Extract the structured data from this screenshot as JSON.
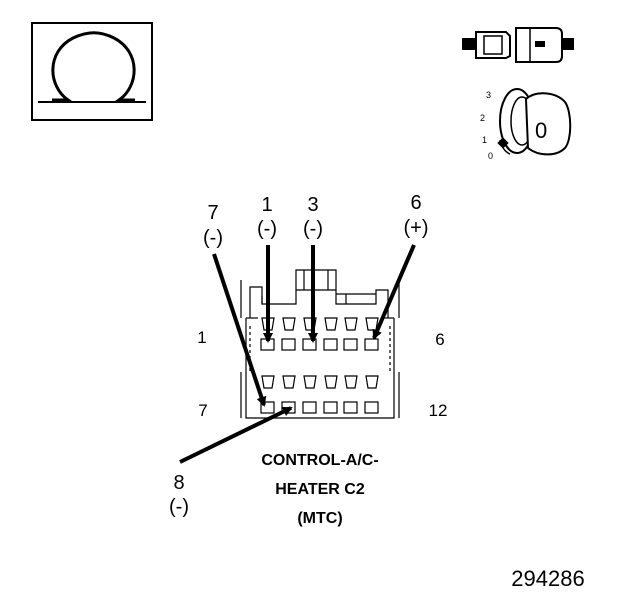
{
  "meter_icon": {
    "symbol": "Ω"
  },
  "ignition_icon": {
    "key_position": "0",
    "positions": [
      "3",
      "2",
      "1",
      "0"
    ]
  },
  "callouts": [
    {
      "pin": "7",
      "polarity": "(-)"
    },
    {
      "pin": "1",
      "polarity": "(-)"
    },
    {
      "pin": "3",
      "polarity": "(-)"
    },
    {
      "pin": "6",
      "polarity": "(+)"
    },
    {
      "pin": "8",
      "polarity": "(-)"
    }
  ],
  "connector": {
    "row_labels": {
      "top_left": "1",
      "top_right": "6",
      "bottom_left": "7",
      "bottom_right": "12"
    },
    "caption": [
      "CONTROL-A/C-",
      "HEATER C2",
      "(MTC)"
    ]
  },
  "figure_number": "294286"
}
